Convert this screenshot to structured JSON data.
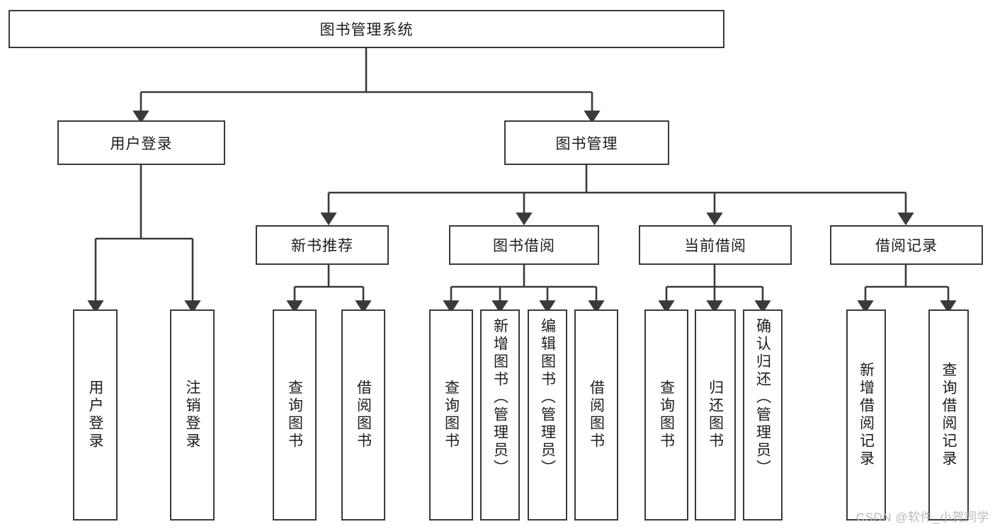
{
  "diagram": {
    "title": "图书管理系统",
    "type": "tree",
    "watermark": "CSDN @软件_小贺同学",
    "colors": {
      "stroke": "#3a3a3a",
      "fill": "#ffffff",
      "text": "#1d1d1d",
      "watermark": "#b9b9b9"
    },
    "root": {
      "label": "图书管理系统"
    },
    "level2": [
      {
        "label": "用户登录"
      },
      {
        "label": "图书管理"
      }
    ],
    "level3": [
      {
        "label": "新书推荐"
      },
      {
        "label": "图书借阅"
      },
      {
        "label": "当前借阅"
      },
      {
        "label": "借阅记录"
      }
    ],
    "leaves": {
      "user_login": [
        {
          "label": "用户登录"
        },
        {
          "label": "注销登录"
        }
      ],
      "new_book": [
        {
          "label": "查询图书"
        },
        {
          "label": "借阅图书"
        }
      ],
      "book_borrow": [
        {
          "label": "查询图书"
        },
        {
          "label": "新增图书（管理员）"
        },
        {
          "label": "编辑图书（管理员）"
        },
        {
          "label": "借阅图书"
        }
      ],
      "current_borrow": [
        {
          "label": "查询图书"
        },
        {
          "label": "归还图书"
        },
        {
          "label": "确认归还（管理员）"
        }
      ],
      "borrow_record": [
        {
          "label": "新增借阅记录"
        },
        {
          "label": "查询借阅记录"
        }
      ]
    }
  }
}
